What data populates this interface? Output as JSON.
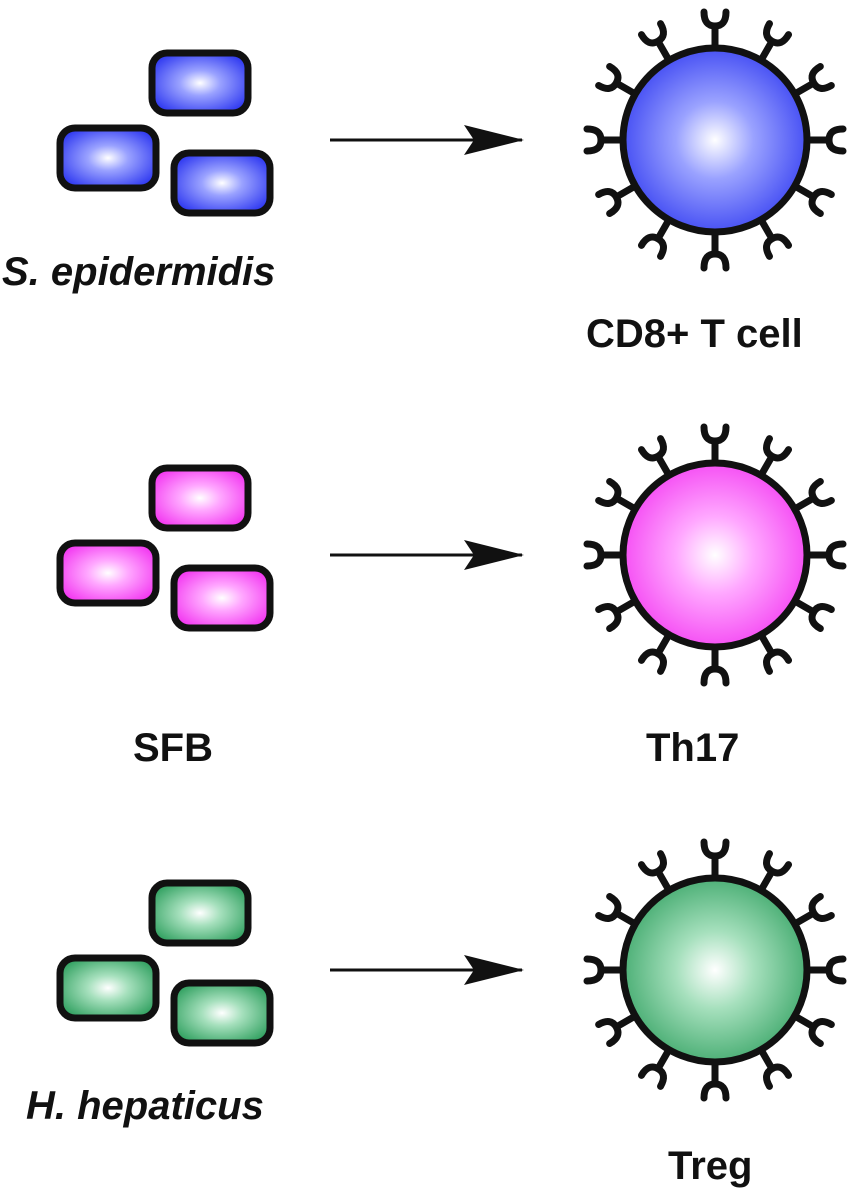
{
  "rows": [
    {
      "bacterium": "S. epidermidis",
      "bacterium_italic": true,
      "cell": "CD8+ T cell",
      "color": "#2b35f0",
      "color_light": "#9aa2ff"
    },
    {
      "bacterium": "SFB",
      "bacterium_italic": false,
      "cell": "Th17",
      "color": "#f232f0",
      "color_light": "#ffa8ff"
    },
    {
      "bacterium": "H. hepaticus",
      "bacterium_italic": true,
      "cell": "Treg",
      "color": "#2e9f5e",
      "color_light": "#a6e0bd"
    }
  ]
}
